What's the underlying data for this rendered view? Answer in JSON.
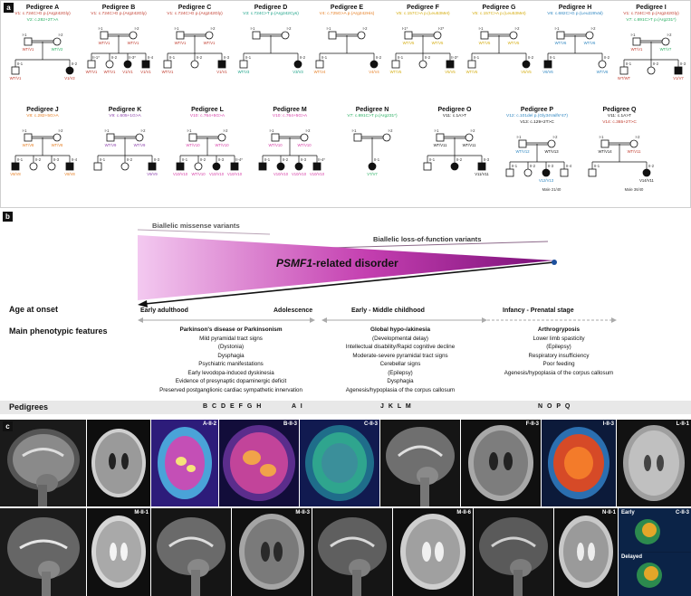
{
  "panel_a": {
    "label": "a",
    "rows": [
      [
        {
          "title": "Pedigree A",
          "variants": [
            {
              "text": "V1: c.724C>G p.(Arg242Gly)",
              "color": "#c0392b"
            },
            {
              "text": "V2: c.282+2T>A",
              "color": "#27ae60"
            }
          ],
          "gen1": [
            "I-1",
            "I-2"
          ],
          "gen1_geno": [
            "WT/V1",
            "WT/V2"
          ],
          "gen2": [
            "II-1",
            "II-2"
          ],
          "gen2_geno": [
            "WT/V1",
            "V1/V2"
          ]
        },
        {
          "title": "Pedigree B",
          "variants": [
            {
              "text": "V1: c.724C>G p.(Arg242Gly)",
              "color": "#c0392b"
            }
          ],
          "gen1": [
            "I-1",
            "I-2"
          ],
          "gen1_geno": [
            "WT/V1",
            "WT/V1"
          ],
          "gen2": [
            "II-1*",
            "II-2",
            "II-3*",
            "II-4"
          ],
          "gen2_geno": [
            "WT/V1",
            "WT/V1",
            "V1/V1",
            "V1/V1"
          ]
        },
        {
          "title": "Pedigree C",
          "variants": [
            {
              "text": "V1: c.724C>G p.(Arg242Gly)",
              "color": "#c0392b"
            }
          ],
          "gen1": [
            "I-1",
            "I-2"
          ],
          "gen1_geno": [
            "WT/V1",
            "WT/V1"
          ],
          "gen2": [
            "II-1",
            "II-2",
            "II-3"
          ],
          "gen2_geno": [
            "WT/V1",
            "",
            "V1/V1"
          ]
        },
        {
          "title": "Pedigree D",
          "variants": [
            {
              "text": "V3: c.724C>T p.(Arg242Cys)",
              "color": "#16a085"
            }
          ],
          "gen1": [
            "I-1",
            "I-2"
          ],
          "gen1_geno": [
            "",
            ""
          ],
          "gen2": [
            "II-1",
            "II-2"
          ],
          "gen2_geno": [
            "WT/V3",
            "V3/V3"
          ]
        },
        {
          "title": "Pedigree E",
          "variants": [
            {
              "text": "V4: c.725G>A p.(Arg242His)",
              "color": "#e67e22"
            }
          ],
          "gen1": [
            "I-1",
            "I-2"
          ],
          "gen1_geno": [
            "",
            ""
          ],
          "gen2": [
            "II-1",
            "II-2"
          ],
          "gen2_geno": [
            "WT/V4",
            "V4/V4"
          ]
        },
        {
          "title": "Pedigree F",
          "variants": [
            {
              "text": "V5: c.157C>A p.(Leu53Met)",
              "color": "#d4ac0d"
            }
          ],
          "gen1": [
            "I-1*",
            "I-2*"
          ],
          "gen1_geno": [
            "WT/V5",
            "WT/V5"
          ],
          "gen2": [
            "II-1",
            "II-2",
            "II-3*"
          ],
          "gen2_geno": [
            "WT/V5",
            "",
            "V5/V5"
          ]
        },
        {
          "title": "Pedigree G",
          "variants": [
            {
              "text": "V5: c.157C>A p.(Leu53Met)",
              "color": "#d4ac0d"
            }
          ],
          "gen1": [
            "I-1",
            "I-2"
          ],
          "gen1_geno": [
            "WT/V5",
            "WT/V5"
          ],
          "gen2": [
            "II-1",
            "II-2"
          ],
          "gen2_geno": [
            "WT/V5",
            "V5/V5"
          ]
        },
        {
          "title": "Pedigree H",
          "variants": [
            {
              "text": "V6: c.682C>G p.(Leu228Val)",
              "color": "#2e86c1"
            }
          ],
          "gen1": [
            "I-1",
            "I-2"
          ],
          "gen1_geno": [
            "WT/V6",
            "WT/V6"
          ],
          "gen2": [
            "II-1",
            "II-2"
          ],
          "gen2_geno": [
            "V6/V6",
            "WT/V6"
          ]
        },
        {
          "title": "Pedigree I",
          "variants": [
            {
              "text": "V1: c.724C>G p.(Arg242Gly)",
              "color": "#c0392b"
            },
            {
              "text": "V7: c.691C>T p.(Arg231*)",
              "color": "#27ae60"
            }
          ],
          "gen1": [
            "I-1",
            "I-2"
          ],
          "gen1_geno": [
            "WT/V1",
            "WT/V7"
          ],
          "gen2": [
            "II-1",
            "II-2",
            "II-3"
          ],
          "gen2_geno": [
            "WT/WT",
            "",
            "V1/V7"
          ]
        }
      ],
      [
        {
          "title": "Pedigree J",
          "variants": [
            {
              "text": "V8: c.282+5G>A",
              "color": "#e67e22"
            }
          ],
          "gen1": [
            "I-1",
            "I-2"
          ],
          "gen1_geno": [
            "WT/V8",
            "WT/V8"
          ],
          "gen2": [
            "II-1",
            "II-2",
            "II-3",
            "II-4"
          ],
          "gen2_geno": [
            "V8/V8",
            "",
            "",
            "V8/V8"
          ]
        },
        {
          "title": "Pedigree K",
          "variants": [
            {
              "text": "V9: c.605+1G>A",
              "color": "#8e44ad"
            }
          ],
          "gen1": [
            "I-1",
            "I-2"
          ],
          "gen1_geno": [
            "WT/V9",
            "WT/V9"
          ],
          "gen2": [
            "II-1",
            "II-2",
            "II-3"
          ],
          "gen2_geno": [
            "",
            "",
            "V9/V9"
          ]
        },
        {
          "title": "Pedigree L",
          "variants": [
            {
              "text": "V10: c.764+5G>A",
              "color": "#d63ca6"
            }
          ],
          "gen1": [
            "I-1",
            "I-2"
          ],
          "gen1_geno": [
            "WT/V10",
            "WT/V10"
          ],
          "gen2": [
            "II-1",
            "II-2",
            "II-3",
            "II-4*"
          ],
          "gen2_geno": [
            "V10/V10",
            "WT/V10",
            "V10/V10",
            "V10/V10"
          ]
        },
        {
          "title": "Pedigree M",
          "variants": [
            {
              "text": "V10: c.764+5G>A",
              "color": "#d63ca6"
            }
          ],
          "gen1": [
            "I-1",
            "I-2"
          ],
          "gen1_geno": [
            "WT/V10",
            "WT/V10"
          ],
          "gen2": [
            "II-1",
            "II-2",
            "II-3",
            "II-4*"
          ],
          "gen2_geno": [
            "",
            "V10/V10",
            "V10/V10",
            "V10/V10"
          ]
        },
        {
          "title": "Pedigree N",
          "variants": [
            {
              "text": "V7: c.691C>T p.(Arg231*)",
              "color": "#27ae60"
            }
          ],
          "gen1": [
            "I-1",
            "I-2"
          ],
          "gen1_geno": [
            "",
            ""
          ],
          "gen2": [
            "II-1"
          ],
          "gen2_geno": [
            "V7/V7"
          ]
        },
        {
          "title": "Pedigree O",
          "variants": [
            {
              "text": "V11: c.1A>T",
              "color": "#111111"
            }
          ],
          "gen1": [
            "I-1",
            "I-2"
          ],
          "gen1_geno": [
            "WT/V11",
            "WT/V11"
          ],
          "gen2": [
            "II-1",
            "II-2",
            "II-3"
          ],
          "gen2_geno": [
            "",
            "",
            "V11/V11"
          ]
        },
        {
          "title": "Pedigree P",
          "variants": [
            {
              "text": "V12: c.101del p.(Gly34Valfs*47)",
              "color": "#2e86c1"
            },
            {
              "text": "V13: c.129+2T>C",
              "color": "#111111"
            }
          ],
          "gen1": [
            "I-1",
            "I-2"
          ],
          "gen1_geno": [
            "WT/V12",
            "WT/V13"
          ],
          "gen2": [
            "II-1",
            "II-2",
            "II-3",
            "II-4"
          ],
          "gen2_geno": [
            "",
            "",
            "V12/V13",
            ""
          ],
          "note": "Male 21/40"
        },
        {
          "title": "Pedigree Q",
          "variants": [
            {
              "text": "V11: c.1A>T",
              "color": "#111111"
            },
            {
              "text": "V14: c.365+2T>C",
              "color": "#c0392b"
            }
          ],
          "gen1": [
            "I-1",
            "I-2"
          ],
          "gen1_geno": [
            "WT/V14",
            "WT/V11"
          ],
          "gen2": [
            "II-1",
            "II-2"
          ],
          "gen2_geno": [
            "",
            "V14/V11"
          ],
          "note": "Male 36/40"
        }
      ]
    ]
  },
  "panel_b": {
    "label": "b",
    "missense": "Biallelic missense variants",
    "lof": "Biallelic loss-of-function variants",
    "disorder_italic": "PSMF1",
    "disorder_rest": "-related disorder",
    "age_heading": "Age at onset",
    "pheno_heading": "Main phenotypic features",
    "ages": [
      "Early adulthood",
      "Adolescence",
      "Early - Middle childhood",
      "Infancy - Prenatal stage"
    ],
    "features": [
      {
        "title": "Parkinson's disease or Parkinsonism",
        "items": [
          "Mild pyramidal tract signs",
          "(Dystonia)",
          "Dysphagia",
          "Psychiatric manifestations",
          "Early levodopa-induced dyskinesia",
          "Evidence of presynaptic dopaminergic deficit",
          "Preserved postganglionic cardiac sympathetic innervation"
        ]
      },
      {
        "title": "Global hypo-/akinesia",
        "items": [
          "(Developmental delay)",
          "Intellectual disability/Rapid cognitive decline",
          "Moderate-severe pyramidal tract signs",
          "Cerebellar signs",
          "(Epilepsy)",
          "Dysphagia",
          "Agenesis/hypoplasia of the corpus callosum"
        ]
      },
      {
        "title": "Arthrogryposis",
        "items": [
          "Lower limb spasticity",
          "(Epilepsy)",
          "Respiratory insufficiency",
          "Poor feeding",
          "Agenesis/hypoplasia of the corpus callosum"
        ]
      }
    ],
    "pedigrees_heading": "Pedigrees",
    "pedigree_groups": [
      "B C D E F G H",
      "A I",
      "J K L M",
      "N O P Q"
    ]
  },
  "panel_c": {
    "label": "c",
    "images": [
      "A-II-2",
      "B-II-3",
      "C-II-3",
      "F-II-3",
      "I-II-3",
      "L-II-1",
      "M-II-1",
      "M-II-3",
      "M-II-6",
      "N-II-1",
      "C-II-3"
    ],
    "early": "Early",
    "delayed": "Delayed"
  }
}
